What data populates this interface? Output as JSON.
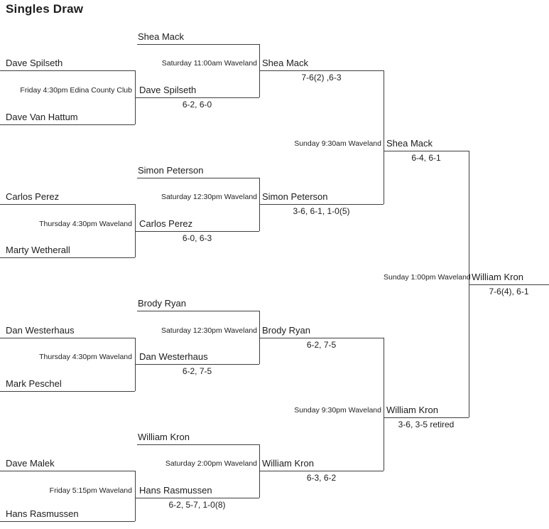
{
  "title": "Singles Draw",
  "round1": [
    {
      "player1": "Dave Spilseth",
      "player2": "Dave Van Hattum",
      "time": "Friday 4:30pm Edina County Club",
      "winner": "Dave Spilseth",
      "score": "6-2, 6-0"
    },
    {
      "player1": "Carlos Perez",
      "player2": "Marty Wetherall",
      "time": "Thursday 4:30pm Waveland",
      "winner": "Carlos Perez",
      "score": "6-0, 6-3"
    },
    {
      "player1": "Dan Westerhaus",
      "player2": "Mark Peschel",
      "time": "Thursday 4:30pm Waveland",
      "winner": "Dan Westerhaus",
      "score": "6-2, 7-5"
    },
    {
      "player1": "Dave Malek",
      "player2": "Hans Rasmussen",
      "time": "Friday 5:15pm Waveland",
      "winner": "Hans Rasmussen",
      "score": "6-2, 5-7, 1-0(8)"
    }
  ],
  "quarterfinals": [
    {
      "bye_player": "Shea Mack",
      "time": "Saturday 11:00am Waveland",
      "winner": "Shea Mack",
      "score": "7-6(2) ,6-3"
    },
    {
      "bye_player": "Simon Peterson",
      "time": "Saturday 12:30pm Waveland",
      "winner": "Simon Peterson",
      "score": "3-6, 6-1, 1-0(5)"
    },
    {
      "bye_player": "Brody Ryan",
      "time": "Saturday 12:30pm Waveland",
      "winner": "Brody Ryan",
      "score": "6-2, 7-5"
    },
    {
      "bye_player": "William Kron",
      "time": "Saturday 2:00pm Waveland",
      "winner": "William Kron",
      "score": "6-3, 6-2"
    }
  ],
  "semifinals": [
    {
      "time": "Sunday 9:30am Waveland",
      "winner": "Shea Mack",
      "score": "6-4, 6-1"
    },
    {
      "time": "Sunday 9:30pm Waveland",
      "winner": "William Kron",
      "score": "3-6, 3-5 retired"
    }
  ],
  "final": {
    "time": "Sunday 1:00pm Waveland",
    "winner": "William Kron",
    "score": "7-6(4), 6-1"
  }
}
